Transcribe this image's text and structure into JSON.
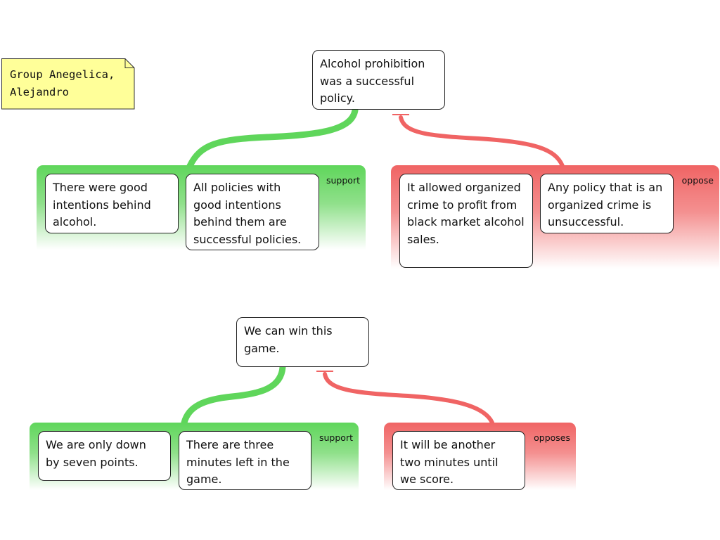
{
  "note": {
    "text": "Group Anegelica,\nAlejandro"
  },
  "colors": {
    "support": "#5fd65b",
    "oppose": "#f06464",
    "note_fill": "#ffff99"
  },
  "maps": [
    {
      "claim": "Alcohol prohibition was a successful policy.",
      "support": {
        "label": "support",
        "premises": [
          "There were good intentions behind alcohol.",
          "All policies with good intentions behind them are successful policies."
        ]
      },
      "oppose": {
        "label": "oppose",
        "premises": [
          "It allowed organized crime to profit from black market alcohol sales.",
          "Any policy that is an organized crime is unsuccessful."
        ]
      }
    },
    {
      "claim": "We can win this game.",
      "support": {
        "label": "support",
        "premises": [
          "We are only down by seven points.",
          "There are three minutes left in the game."
        ]
      },
      "oppose": {
        "label": "opposes",
        "premises": [
          "It will be another two minutes until we score."
        ]
      }
    }
  ]
}
